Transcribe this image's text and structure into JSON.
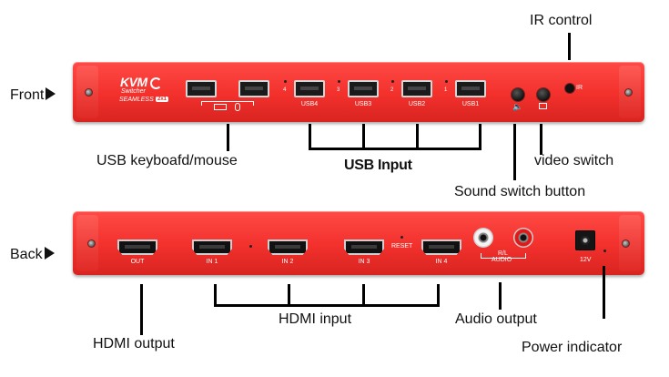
{
  "labels": {
    "front": "Front",
    "back": "Back",
    "ir_control": "IR control",
    "usb_keyboard_mouse": "USB keyboafd/mouse",
    "usb_input": "USB Input",
    "video_switch": "video switch",
    "sound_switch": "Sound switch button",
    "hdmi_output": "HDMI output",
    "hdmi_input": "HDMI input",
    "audio_output": "Audio output",
    "power_indicator": "Power indicator"
  },
  "front_panel": {
    "logo": {
      "main": "KVM",
      "sub1": "Switcher",
      "sub2": "SEAMLESS",
      "model": "2x1"
    },
    "usb_ports": [
      "USB4",
      "USB3",
      "USB2",
      "USB1"
    ],
    "port_numbers": [
      "4",
      "3",
      "2",
      "1"
    ],
    "ir_label": "IR"
  },
  "back_panel": {
    "out_label": "OUT",
    "hdmi_inputs": [
      "IN 1",
      "IN 2",
      "IN 3",
      "IN 4"
    ],
    "reset_label": "RESET",
    "audio_label_1": "R/L",
    "audio_label_2": "AUDIO",
    "power_label": "12V"
  },
  "colors": {
    "device_red": "#f2302c",
    "label_text": "#111111"
  }
}
